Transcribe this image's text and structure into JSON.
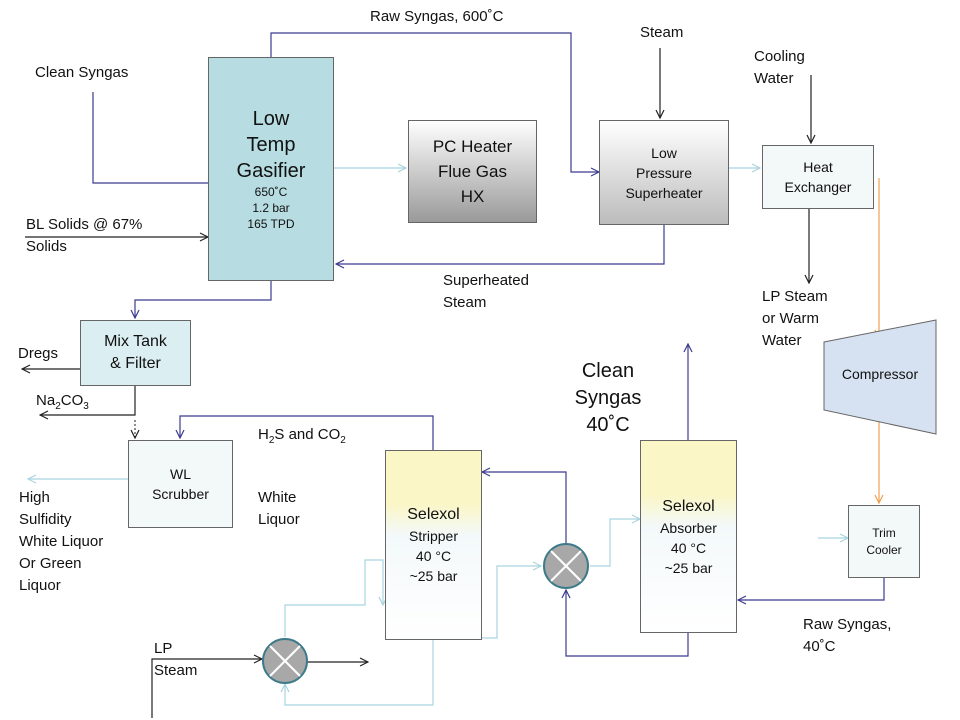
{
  "units": {
    "gasifier": {
      "line1": "Low",
      "line2": "Temp",
      "line3": "Gasifier",
      "temp": "650˚C",
      "pressure": "1.2 bar",
      "capacity": "165 TPD"
    },
    "pc_heater": {
      "line1": "PC Heater",
      "line2": "Flue Gas",
      "line3": "HX"
    },
    "lp_superheater": {
      "line1": "Low",
      "line2": "Pressure",
      "line3": "Superheater"
    },
    "heat_exchanger": {
      "line1": "Heat",
      "line2": "Exchanger"
    },
    "compressor": {
      "label": "Compressor"
    },
    "trim_cooler": {
      "line1": "Trim",
      "line2": "Cooler"
    },
    "mix_tank": {
      "line1": "Mix Tank",
      "line2": "& Filter"
    },
    "wl_scrubber": {
      "line1": "WL",
      "line2": "Scrubber"
    },
    "selexol_stripper": {
      "line1": "Selexol",
      "line2": "Stripper",
      "line3": "40 °C",
      "line4": "~25 bar"
    },
    "selexol_absorber": {
      "line1": "Selexol",
      "line2": "Absorber",
      "line3": "40 °C",
      "line4": "~25 bar"
    }
  },
  "streams": {
    "raw_syngas_hot": "Raw Syngas, 600˚C",
    "steam": "Steam",
    "cooling_water": {
      "line1": "Cooling",
      "line2": "Water"
    },
    "clean_syngas_in": "Clean Syngas",
    "bl_solids": {
      "line1": "BL Solids @ 67%",
      "line2": "Solids"
    },
    "superheated_steam": {
      "line1": "Superheated",
      "line2": "Steam"
    },
    "lp_steam_out": {
      "line1": "LP Steam",
      "line2": "or Warm",
      "line3": "Water"
    },
    "dregs": "Dregs",
    "na2co3": {
      "main": "Na",
      "sub1": "2",
      "mid": "CO",
      "sub2": "3"
    },
    "h2s_co2": {
      "main": "H",
      "sub1": "2",
      "mid": "S and CO",
      "sub2": "2"
    },
    "white_liquor": {
      "line1": "White",
      "line2": "Liquor"
    },
    "high_sulfidity": {
      "line1": "High",
      "line2": "Sulfidity",
      "line3": "White Liquor",
      "line4": "Or Green",
      "line5": "Liquor"
    },
    "clean_syngas_out": {
      "line1": "Clean",
      "line2": "Syngas",
      "line3": "40˚C"
    },
    "lp_steam_in": {
      "line1": "LP",
      "line2": "Steam"
    },
    "raw_syngas_cool": {
      "line1": "Raw Syngas,",
      "line2": "40˚C"
    }
  },
  "colors": {
    "stream_dark": "#3b3b8f",
    "stream_black": "#222222",
    "stream_light": "#a8d4e0",
    "stream_orange": "#f0a050",
    "gasifier_fill": "#b7dde2",
    "selexol_top": "#fbf6c6",
    "compressor_fill": "#d6e2f2",
    "valve_fill": "#a8a8a8"
  }
}
